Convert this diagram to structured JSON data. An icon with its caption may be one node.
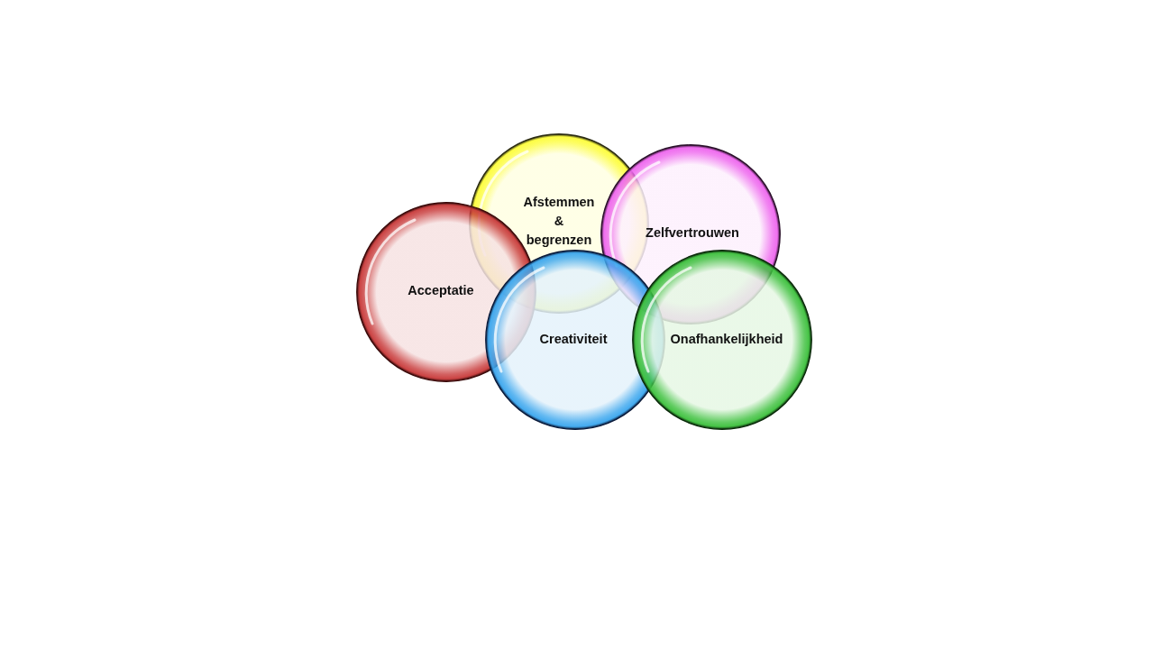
{
  "diagram": {
    "nodes": [
      {
        "text": [
          "Afstemmen & begrenzen"
        ]
      },
      {
        "text": [
          "Zelfvertrouwen"
        ]
      },
      {
        "text": [
          "Acceptatie"
        ]
      },
      {
        "text": [
          "Creativiteit"
        ]
      },
      {
        "text": [
          "Onafhankelijkheid"
        ]
      }
    ],
    "edges": []
  }
}
